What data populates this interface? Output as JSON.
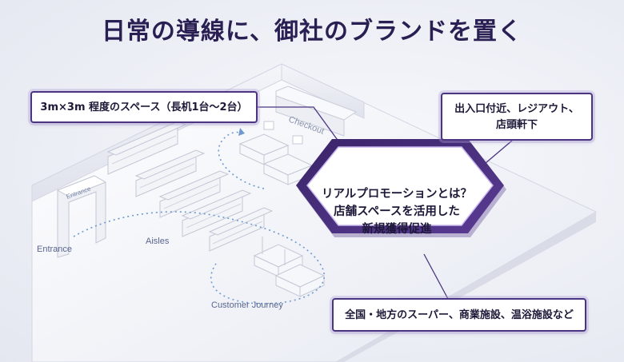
{
  "title": "日常の導線に、御社のブランドを置く",
  "callouts": {
    "area": "3m×3m 程度のスペース（長机1台～2台）",
    "location_line1": "出入口付近、レジアウト、",
    "location_line2": "店頭軒下",
    "venues": "全国・地方のスーパー、商業施設、温浴施設など"
  },
  "center": {
    "line1": "リアルプロモーションとは？",
    "line2": "店舗スペースを活用した",
    "line3": "新規獲得促進"
  },
  "map_labels": {
    "entrance": "Entrance",
    "entrance_sign": "Entrance",
    "aisles": "Aisles",
    "checkout": "Checkout",
    "journey": "Customer Journey"
  },
  "colors": {
    "accent": "#4b3580",
    "title": "#2a1f52",
    "path": "#6f9ad0"
  }
}
